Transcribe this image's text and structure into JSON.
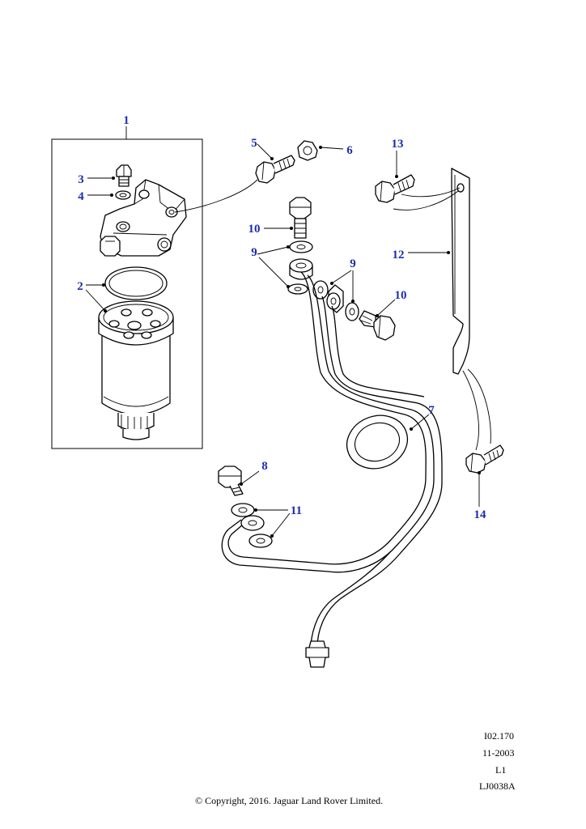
{
  "callouts": {
    "c1": "1",
    "c2": "2",
    "c3": "3",
    "c4": "4",
    "c5": "5",
    "c6": "6",
    "c7": "7",
    "c8": "8",
    "c9a": "9",
    "c9b": "9",
    "c10a": "10",
    "c10b": "10",
    "c11": "11",
    "c12": "12",
    "c13": "13",
    "c14": "14"
  },
  "meta": {
    "ref": "I02.170",
    "date": "11-2003",
    "level": "L1",
    "illustration_id": "LJ0038A"
  },
  "copyright": "© Copyright, 2016. Jaguar Land Rover Limited.",
  "colors": {
    "callout": "#1a2fb0",
    "line": "#000000",
    "background": "#ffffff"
  }
}
